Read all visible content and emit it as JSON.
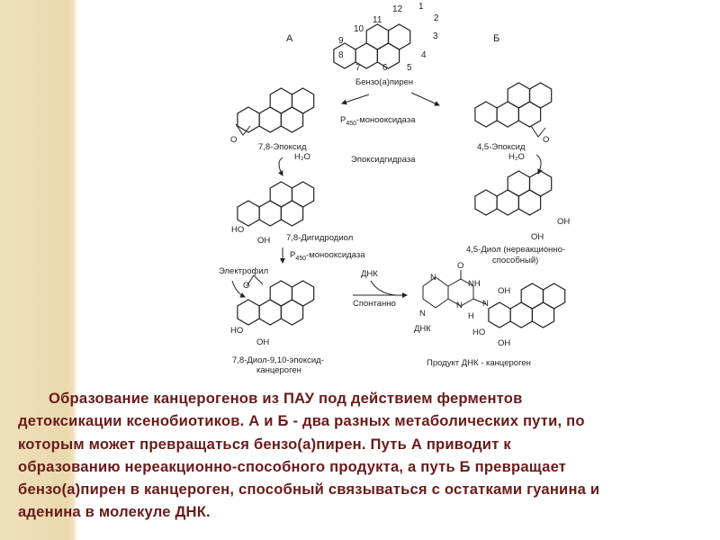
{
  "scheme": {
    "path_a": "А",
    "path_b": "Б",
    "atom_numbers": [
      "1",
      "2",
      "3",
      "4",
      "5",
      "6",
      "7",
      "8",
      "9",
      "10",
      "11",
      "12"
    ],
    "benzopyrene": "Бензо(а)пирен",
    "enzyme1_prefix": "P",
    "enzyme1_sub": "450",
    "enzyme1_suffix": "-монооксидаза",
    "epoxide78": "7,8-Эпоксид",
    "epoxide45": "4,5-Эпоксид",
    "water_left": "H₂O",
    "water_right": "H₂O",
    "epoxide_hydrolase": "Эпоксидгидраза",
    "dihydrodiol": "7,8-Дигидродиол",
    "diol45_line1": "4,5-Диол (нереакционно-",
    "diol45_line2": "способный)",
    "enzyme2_prefix": "P",
    "enzyme2_sub": "450",
    "enzyme2_suffix": "-монооксидаза",
    "electrophile": "Электрофил",
    "dna_top": "ДНК",
    "spontaneous": "Спонтанно",
    "diol_epoxide_line1": "7,8-Диол-9,10-эпоксид-",
    "diol_epoxide_line2": "канцероген",
    "dna_product": "Продукт ДНК - канцероген",
    "atoms": {
      "O": "O",
      "HO": "HO",
      "OH": "OH",
      "N": "N",
      "NH": "NH",
      "H": "H",
      "DNA": "ДНК"
    }
  },
  "caption": {
    "lines": [
      "Образование канцерогенов из ПАУ под действием ферментов",
      "детоксикации ксенобиотиков. А и Б - два разных метаболических пути, по",
      "которым может превращаться бензо(а)пирен. Путь А приводит к",
      "образованию нереакционно-способного продукта, а путь Б превращает",
      "бензо(а)пирен в канцероген, способный связываться с остатками гуанина и",
      "аденина в молекуле ДНК."
    ]
  },
  "colors": {
    "caption": "#6b1a1a",
    "sidebar": "#ecdcb0"
  }
}
